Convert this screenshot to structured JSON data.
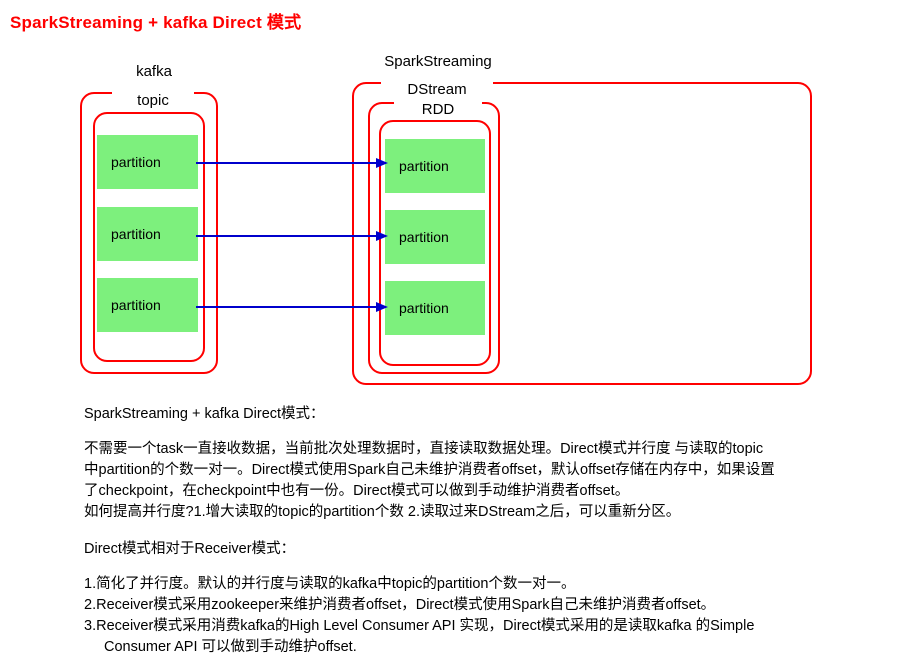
{
  "title": "SparkStreaming + kafka Direct 模式",
  "colors": {
    "title": "#ff0000",
    "box_border": "#ff0000",
    "partition_fill": "#7df07d",
    "arrow": "#0000cc",
    "text": "#000000",
    "background": "#ffffff"
  },
  "diagram": {
    "kafka": {
      "outer_label": "kafka",
      "inner_label": "topic",
      "partitions": [
        "partition",
        "partition",
        "partition"
      ]
    },
    "sparkstreaming": {
      "outer_label": "SparkStreaming",
      "middle_label": "DStream",
      "inner_label": "RDD",
      "partitions": [
        "partition",
        "partition",
        "partition"
      ]
    },
    "arrows": [
      {
        "name": "kafka-partition-1-to-rdd-partition-1"
      },
      {
        "name": "kafka-partition-2-to-rdd-partition-2"
      },
      {
        "name": "kafka-partition-3-to-rdd-partition-3"
      }
    ]
  },
  "body": {
    "section1_heading": "SparkStreaming + kafka Direct模式：",
    "section1_lines": [
      "不需要一个task一直接收数据，当前批次处理数据时，直接读取数据处理。Direct模式并行度 与读取的topic",
      "中partition的个数一对一。Direct模式使用Spark自己未维护消费者offset，默认offset存储在内存中，如果设置",
      "了checkpoint，在checkpoint中也有一份。Direct模式可以做到手动维护消费者offset。",
      "如何提高并行度?1.增大读取的topic的partition个数 2.读取过来DStream之后，可以重新分区。"
    ],
    "section2_heading": "Direct模式相对于Receiver模式：",
    "section2_items": [
      "1.简化了并行度。默认的并行度与读取的kafka中topic的partition个数一对一。",
      "2.Receiver模式采用zookeeper来维护消费者offset，Direct模式使用Spark自己未维护消费者offset。",
      "3.Receiver模式采用消费kafka的High Level Consumer API 实现，Direct模式采用的是读取kafka 的Simple",
      "Consumer API 可以做到手动维护offset."
    ]
  }
}
